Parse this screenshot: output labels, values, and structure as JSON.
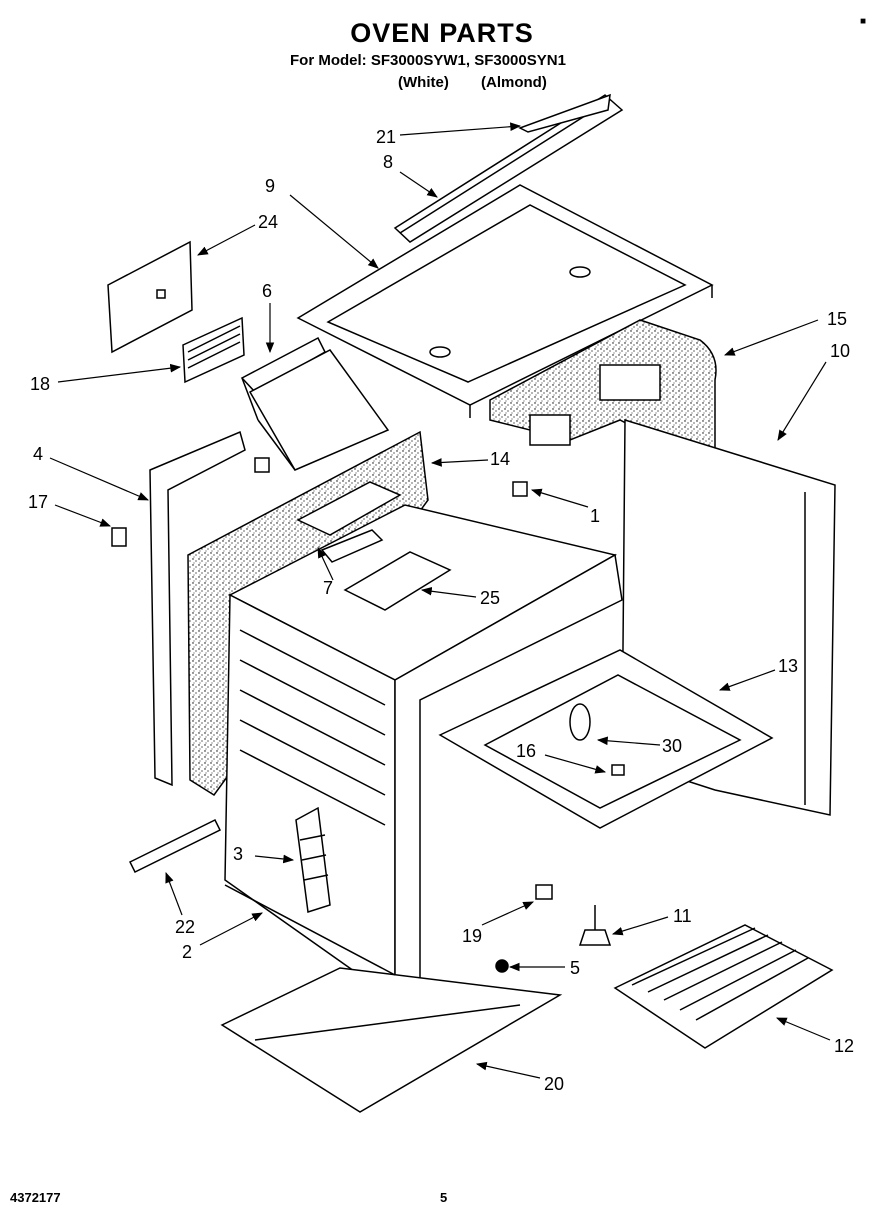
{
  "header": {
    "title": "OVEN PARTS",
    "model_line": "For Model: SF3000SYW1, SF3000SYN1",
    "color_white": "(White)",
    "color_almond": "(Almond)"
  },
  "footer": {
    "part_number": "4372177",
    "page_number": "5"
  },
  "callouts": [
    {
      "id": "c21",
      "label": "21"
    },
    {
      "id": "c8",
      "label": "8"
    },
    {
      "id": "c9",
      "label": "9"
    },
    {
      "id": "c24",
      "label": "24"
    },
    {
      "id": "c6",
      "label": "6"
    },
    {
      "id": "c15",
      "label": "15"
    },
    {
      "id": "c10",
      "label": "10"
    },
    {
      "id": "c18",
      "label": "18"
    },
    {
      "id": "c4",
      "label": "4"
    },
    {
      "id": "c14",
      "label": "14"
    },
    {
      "id": "c17",
      "label": "17"
    },
    {
      "id": "c1",
      "label": "1"
    },
    {
      "id": "c7",
      "label": "7"
    },
    {
      "id": "c25",
      "label": "25"
    },
    {
      "id": "c13",
      "label": "13"
    },
    {
      "id": "c30",
      "label": "30"
    },
    {
      "id": "c16",
      "label": "16"
    },
    {
      "id": "c3",
      "label": "3"
    },
    {
      "id": "c22",
      "label": "22"
    },
    {
      "id": "c2",
      "label": "2"
    },
    {
      "id": "c19",
      "label": "19"
    },
    {
      "id": "c11",
      "label": "11"
    },
    {
      "id": "c5",
      "label": "5"
    },
    {
      "id": "c12",
      "label": "12"
    },
    {
      "id": "c20",
      "label": "20"
    }
  ]
}
